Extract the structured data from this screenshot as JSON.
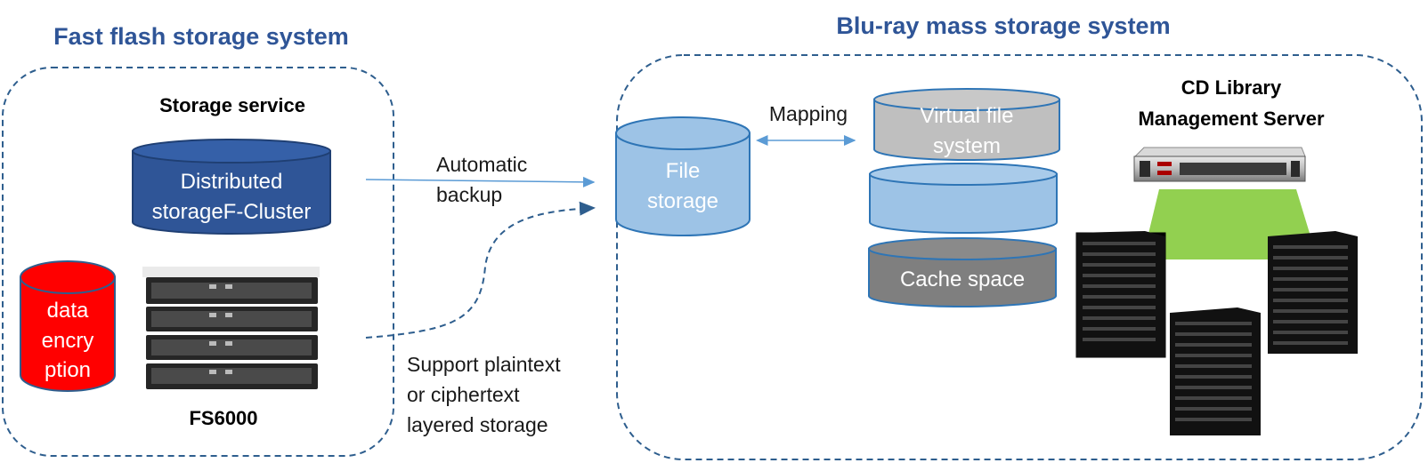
{
  "titles": {
    "left": "Fast flash storage system",
    "right": "Blu-ray mass storage system"
  },
  "left_box": {
    "service_label": "Storage service",
    "distributed": [
      "Distributed",
      "storageF-Cluster"
    ],
    "encryption": [
      "data",
      "encry",
      "ption"
    ],
    "server_label": "FS6000"
  },
  "connectors": {
    "automatic_backup": [
      "Automatic",
      "backup"
    ],
    "support_text": [
      "Support plaintext",
      "or ciphertext",
      "layered storage"
    ],
    "mapping": "Mapping"
  },
  "right_box": {
    "file_storage": [
      "File",
      "storage"
    ],
    "virtual_fs": [
      "Virtual file",
      "system"
    ],
    "cache_space": "Cache space",
    "server_title": [
      "CD Library",
      "Management Server"
    ]
  },
  "colors": {
    "title_blue": "#2f5597",
    "dashed_border": "#2e5e8e",
    "dark_blue_cylinder": "#2f5597",
    "light_blue_cylinder": "#9dc3e6",
    "grey_cylinder": "#bfbfbf",
    "dark_grey_cylinder": "#7f7f7f",
    "red_cylinder": "#ff0000",
    "green_link": "#92d050"
  }
}
